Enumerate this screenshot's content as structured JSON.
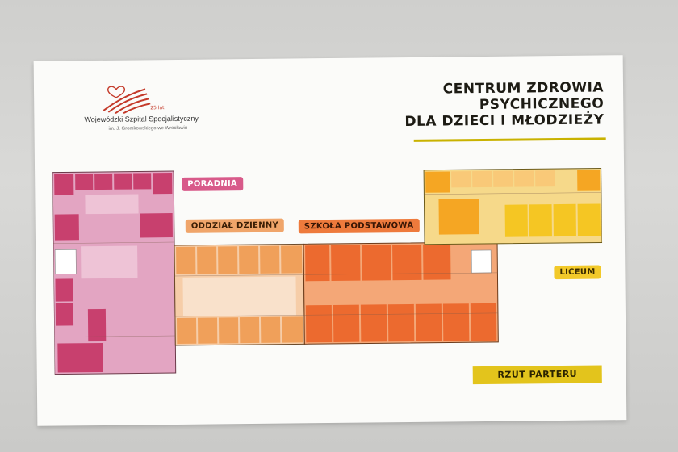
{
  "hospital": {
    "name": "Wojewódzki Szpital Specjalistyczny",
    "subtitle": "im. J. Gromkowskiego we Wrocławiu",
    "anniversary": "25 lat"
  },
  "title_lines": [
    "CENTRUM ZDROWIA",
    "PSYCHICZNEGO",
    "DLA DZIECI I MŁODZIEŻY"
  ],
  "labels": {
    "poradnia": "PORADNIA",
    "oddzial_dzienny": "ODDZIAŁ DZIENNY",
    "szkola": "SZKOŁA PODSTAWOWA",
    "liceum": "LICEUM"
  },
  "plan_title": "RZUT PARTERU",
  "colors": {
    "poradnia": "#c8406e",
    "poradnia_light": "#e3a5c2",
    "dzienny": "#f0a05a",
    "dzienny_light": "#f6cda8",
    "szkola": "#ec6a2f",
    "szkola_light": "#f4a777",
    "liceum": "#f5c623",
    "liceum_light": "#f6d98a",
    "gold": "#c9b200"
  }
}
